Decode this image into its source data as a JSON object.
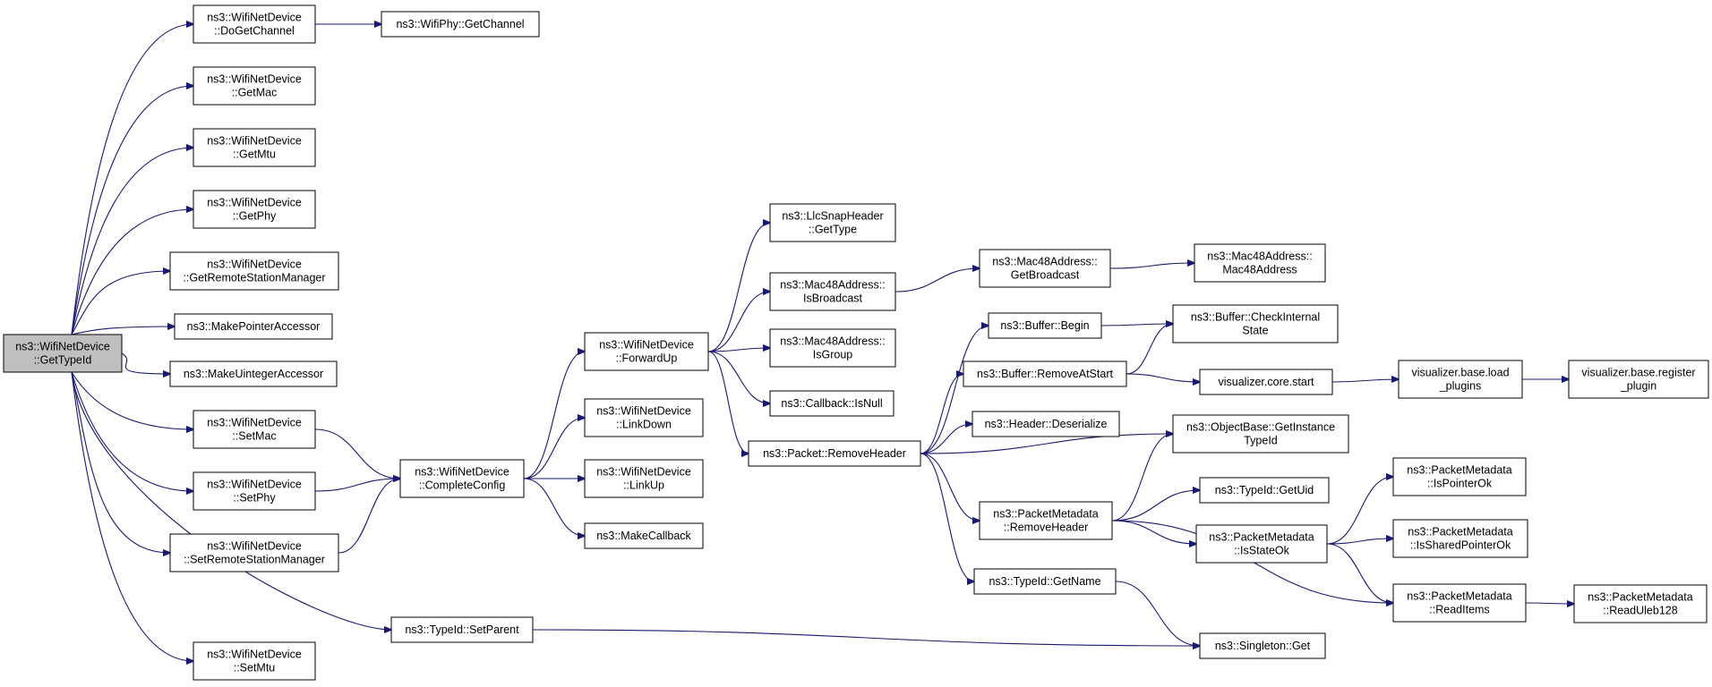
{
  "colors": {
    "edge": "#191970",
    "root_fill": "#bfbfbf",
    "node_fill": "#ffffff",
    "node_border": "#000000"
  },
  "nodes": {
    "gettypeid": {
      "lines": [
        "ns3::WifiNetDevice",
        "::GetTypeId"
      ],
      "highlight": true
    },
    "dogetchannel": {
      "lines": [
        "ns3::WifiNetDevice",
        "::DoGetChannel"
      ]
    },
    "wifiphy_getchannel": {
      "lines": [
        "ns3::WifiPhy::GetChannel"
      ]
    },
    "getmac": {
      "lines": [
        "ns3::WifiNetDevice",
        "::GetMac"
      ]
    },
    "getmtu": {
      "lines": [
        "ns3::WifiNetDevice",
        "::GetMtu"
      ]
    },
    "getphy": {
      "lines": [
        "ns3::WifiNetDevice",
        "::GetPhy"
      ]
    },
    "getremote": {
      "lines": [
        "ns3::WifiNetDevice",
        "::GetRemoteStationManager"
      ]
    },
    "makepointer": {
      "lines": [
        "ns3::MakePointerAccessor"
      ]
    },
    "makeuinteger": {
      "lines": [
        "ns3::MakeUintegerAccessor"
      ]
    },
    "setmac": {
      "lines": [
        "ns3::WifiNetDevice",
        "::SetMac"
      ]
    },
    "setphy": {
      "lines": [
        "ns3::WifiNetDevice",
        "::SetPhy"
      ]
    },
    "setremote": {
      "lines": [
        "ns3::WifiNetDevice",
        "::SetRemoteStationManager"
      ]
    },
    "setmtu": {
      "lines": [
        "ns3::WifiNetDevice",
        "::SetMtu"
      ]
    },
    "completeconfig": {
      "lines": [
        "ns3::WifiNetDevice",
        "::CompleteConfig"
      ]
    },
    "setparent": {
      "lines": [
        "ns3::TypeId::SetParent"
      ]
    },
    "forwardup": {
      "lines": [
        "ns3::WifiNetDevice",
        "::ForwardUp"
      ]
    },
    "linkdown": {
      "lines": [
        "ns3::WifiNetDevice",
        "::LinkDown"
      ]
    },
    "linkup": {
      "lines": [
        "ns3::WifiNetDevice",
        "::LinkUp"
      ]
    },
    "makecallback": {
      "lines": [
        "ns3::MakeCallback"
      ]
    },
    "llcsnap": {
      "lines": [
        "ns3::LlcSnapHeader",
        "::GetType"
      ]
    },
    "isbroadcast": {
      "lines": [
        "ns3::Mac48Address::",
        "IsBroadcast"
      ]
    },
    "isgroup": {
      "lines": [
        "ns3::Mac48Address::",
        "IsGroup"
      ]
    },
    "isnull": {
      "lines": [
        "ns3::Callback::IsNull"
      ]
    },
    "removeheader": {
      "lines": [
        "ns3::Packet::RemoveHeader"
      ]
    },
    "getbroadcast": {
      "lines": [
        "ns3::Mac48Address::",
        "GetBroadcast"
      ]
    },
    "mac48address": {
      "lines": [
        "ns3::Mac48Address::",
        "Mac48Address"
      ]
    },
    "bufferbegin": {
      "lines": [
        "ns3::Buffer::Begin"
      ]
    },
    "checkinternal": {
      "lines": [
        "ns3::Buffer::CheckInternal",
        "State"
      ]
    },
    "removeatstart": {
      "lines": [
        "ns3::Buffer::RemoveAtStart"
      ]
    },
    "deserialize": {
      "lines": [
        "ns3::Header::Deserialize"
      ]
    },
    "corestart": {
      "lines": [
        "visualizer.core.start"
      ]
    },
    "loadplugins": {
      "lines": [
        "visualizer.base.load",
        "_plugins"
      ]
    },
    "registerplugin": {
      "lines": [
        "visualizer.base.register",
        "_plugin"
      ]
    },
    "getinstancetypeid": {
      "lines": [
        "ns3::ObjectBase::GetInstance",
        "TypeId"
      ]
    },
    "getuid": {
      "lines": [
        "ns3::TypeId::GetUid"
      ]
    },
    "pm_removeheader": {
      "lines": [
        "ns3::PacketMetadata",
        "::RemoveHeader"
      ]
    },
    "isstateok": {
      "lines": [
        "ns3::PacketMetadata",
        "::IsStateOk"
      ]
    },
    "ispointerok": {
      "lines": [
        "ns3::PacketMetadata",
        "::IsPointerOk"
      ]
    },
    "issharedpointerok": {
      "lines": [
        "ns3::PacketMetadata",
        "::IsSharedPointerOk"
      ]
    },
    "readitems": {
      "lines": [
        "ns3::PacketMetadata",
        "::ReadItems"
      ]
    },
    "readuleb": {
      "lines": [
        "ns3::PacketMetadata",
        "::ReadUleb128"
      ]
    },
    "getname": {
      "lines": [
        "ns3::TypeId::GetName"
      ]
    },
    "singletonget": {
      "lines": [
        "ns3::Singleton::Get"
      ]
    }
  },
  "edges": [
    [
      "gettypeid",
      "dogetchannel"
    ],
    [
      "gettypeid",
      "getmac"
    ],
    [
      "gettypeid",
      "getmtu"
    ],
    [
      "gettypeid",
      "getphy"
    ],
    [
      "gettypeid",
      "getremote"
    ],
    [
      "gettypeid",
      "makepointer"
    ],
    [
      "gettypeid",
      "makeuinteger"
    ],
    [
      "gettypeid",
      "setmac"
    ],
    [
      "gettypeid",
      "setphy"
    ],
    [
      "gettypeid",
      "setremote"
    ],
    [
      "gettypeid",
      "setmtu"
    ],
    [
      "gettypeid",
      "setparent"
    ],
    [
      "dogetchannel",
      "wifiphy_getchannel"
    ],
    [
      "setmac",
      "completeconfig"
    ],
    [
      "setphy",
      "completeconfig"
    ],
    [
      "setremote",
      "completeconfig"
    ],
    [
      "completeconfig",
      "forwardup"
    ],
    [
      "completeconfig",
      "linkdown"
    ],
    [
      "completeconfig",
      "linkup"
    ],
    [
      "completeconfig",
      "makecallback"
    ],
    [
      "forwardup",
      "llcsnap"
    ],
    [
      "forwardup",
      "isbroadcast"
    ],
    [
      "forwardup",
      "isgroup"
    ],
    [
      "forwardup",
      "isnull"
    ],
    [
      "forwardup",
      "removeheader"
    ],
    [
      "isbroadcast",
      "getbroadcast"
    ],
    [
      "getbroadcast",
      "mac48address"
    ],
    [
      "removeheader",
      "bufferbegin"
    ],
    [
      "removeheader",
      "removeatstart"
    ],
    [
      "removeheader",
      "deserialize"
    ],
    [
      "removeheader",
      "getinstancetypeid"
    ],
    [
      "removeheader",
      "pm_removeheader"
    ],
    [
      "removeheader",
      "getname"
    ],
    [
      "bufferbegin",
      "checkinternal"
    ],
    [
      "removeatstart",
      "checkinternal"
    ],
    [
      "removeatstart",
      "corestart"
    ],
    [
      "corestart",
      "loadplugins"
    ],
    [
      "loadplugins",
      "registerplugin"
    ],
    [
      "pm_removeheader",
      "getinstancetypeid"
    ],
    [
      "pm_removeheader",
      "getuid"
    ],
    [
      "pm_removeheader",
      "isstateok"
    ],
    [
      "pm_removeheader",
      "readitems"
    ],
    [
      "isstateok",
      "ispointerok"
    ],
    [
      "isstateok",
      "issharedpointerok"
    ],
    [
      "isstateok",
      "readitems"
    ],
    [
      "readitems",
      "readuleb"
    ],
    [
      "getname",
      "singletonget"
    ],
    [
      "setparent",
      "singletonget"
    ]
  ]
}
